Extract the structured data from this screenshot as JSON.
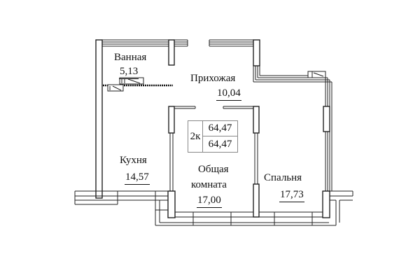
{
  "plan": {
    "type": "apartment-floor-plan",
    "apartment_type": "2к",
    "total_area": "64,47",
    "living_area": "64,47",
    "rooms": [
      {
        "name": "Ванная",
        "area": "5,13"
      },
      {
        "name": "Прихожая",
        "area": "10,04"
      },
      {
        "name": "Кухня",
        "area": "14,57"
      },
      {
        "name": "Общая комната",
        "name_line1": "Общая",
        "name_line2": "комната",
        "area": "17,00"
      },
      {
        "name": "Спальня",
        "area": "17,73"
      }
    ]
  },
  "colors": {
    "wall": "#111111",
    "line": "#333333",
    "background": "#ffffff"
  }
}
